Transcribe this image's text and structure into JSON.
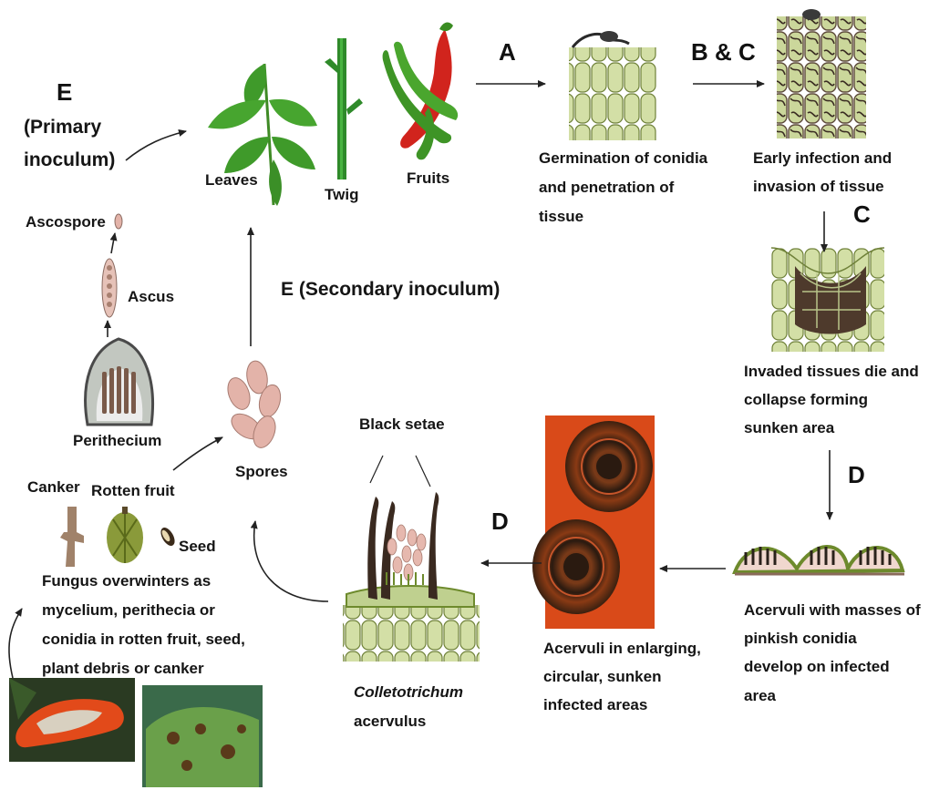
{
  "stage_letters": {
    "a": "A",
    "bc": "B & C",
    "c": "C",
    "d_right": "D",
    "d_bottom": "D"
  },
  "primary": {
    "letter": "E",
    "line1": "(Primary",
    "line2": "inoculum)"
  },
  "secondary": "E (Secondary inoculum)",
  "host_parts": {
    "leaves": "Leaves",
    "twig": "Twig",
    "fruits": "Fruits"
  },
  "steps": {
    "germination": [
      "Germination of conidia",
      "and penetration of",
      "tissue"
    ],
    "early_infection": [
      "Early infection and",
      "invasion of tissue"
    ],
    "invaded": [
      "Invaded tissues die and",
      "collapse forming",
      "sunken area"
    ],
    "acervuli_masses": [
      "Acervuli with masses of",
      "pinkish conidia",
      "develop on infected",
      "area"
    ],
    "acervuli_enlarging": [
      "Acervuli in enlarging,",
      "circular, sunken",
      "infected areas"
    ],
    "colletotrichum": {
      "genus": "Colletotrichum",
      "word": "acervulus"
    },
    "black_setae": "Black setae",
    "spores": "Spores",
    "perithecium": "Perithecium",
    "ascus": "Ascus",
    "ascospore": "Ascospore",
    "canker": "Canker",
    "rotten_fruit": "Rotten fruit",
    "seed": "Seed",
    "overwinter": [
      "Fungus overwinters as",
      "mycelium, perithecia or",
      "conidia in rotten fruit, seed,",
      "plant debris or canker"
    ]
  },
  "colors": {
    "leaf_green": "#3f9a2a",
    "chili_red": "#d1241d",
    "cell_fill": "#cfdca3",
    "cell_stroke": "#6d7f3a",
    "spore_pink": "#e3b3a9",
    "lesion_orange": "#e2501a",
    "dark": "#2a211b"
  }
}
